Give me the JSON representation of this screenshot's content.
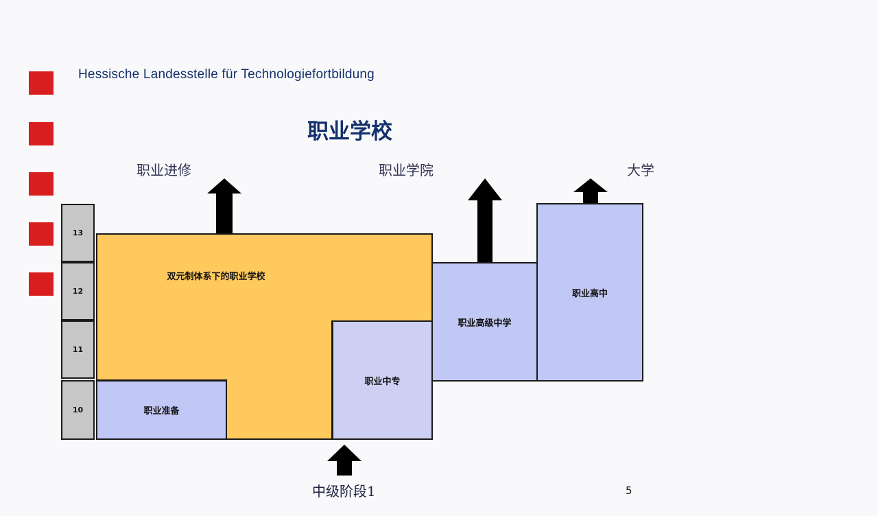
{
  "header": {
    "org": "Hessische Landesstelle für Technologiefortbildung",
    "title": "职业学校"
  },
  "routes": {
    "further": "职业进修",
    "academy": "职业学院",
    "university": "大学"
  },
  "grades": [
    "13",
    "12",
    "11",
    "10"
  ],
  "blocks": {
    "dual": "双元制体系下的职业学校",
    "prep": "职业准备",
    "secondary": "职业中专",
    "senior": "职业高级中学",
    "high": "职业高中"
  },
  "entry": "中级阶段1",
  "page_number": "5",
  "colors": {
    "accent_red": "#d81e1e",
    "title_blue": "#13306b",
    "orange": "#ffc95e",
    "blue": "#c2c8f5",
    "grade_gray": "#c7c7c7"
  }
}
